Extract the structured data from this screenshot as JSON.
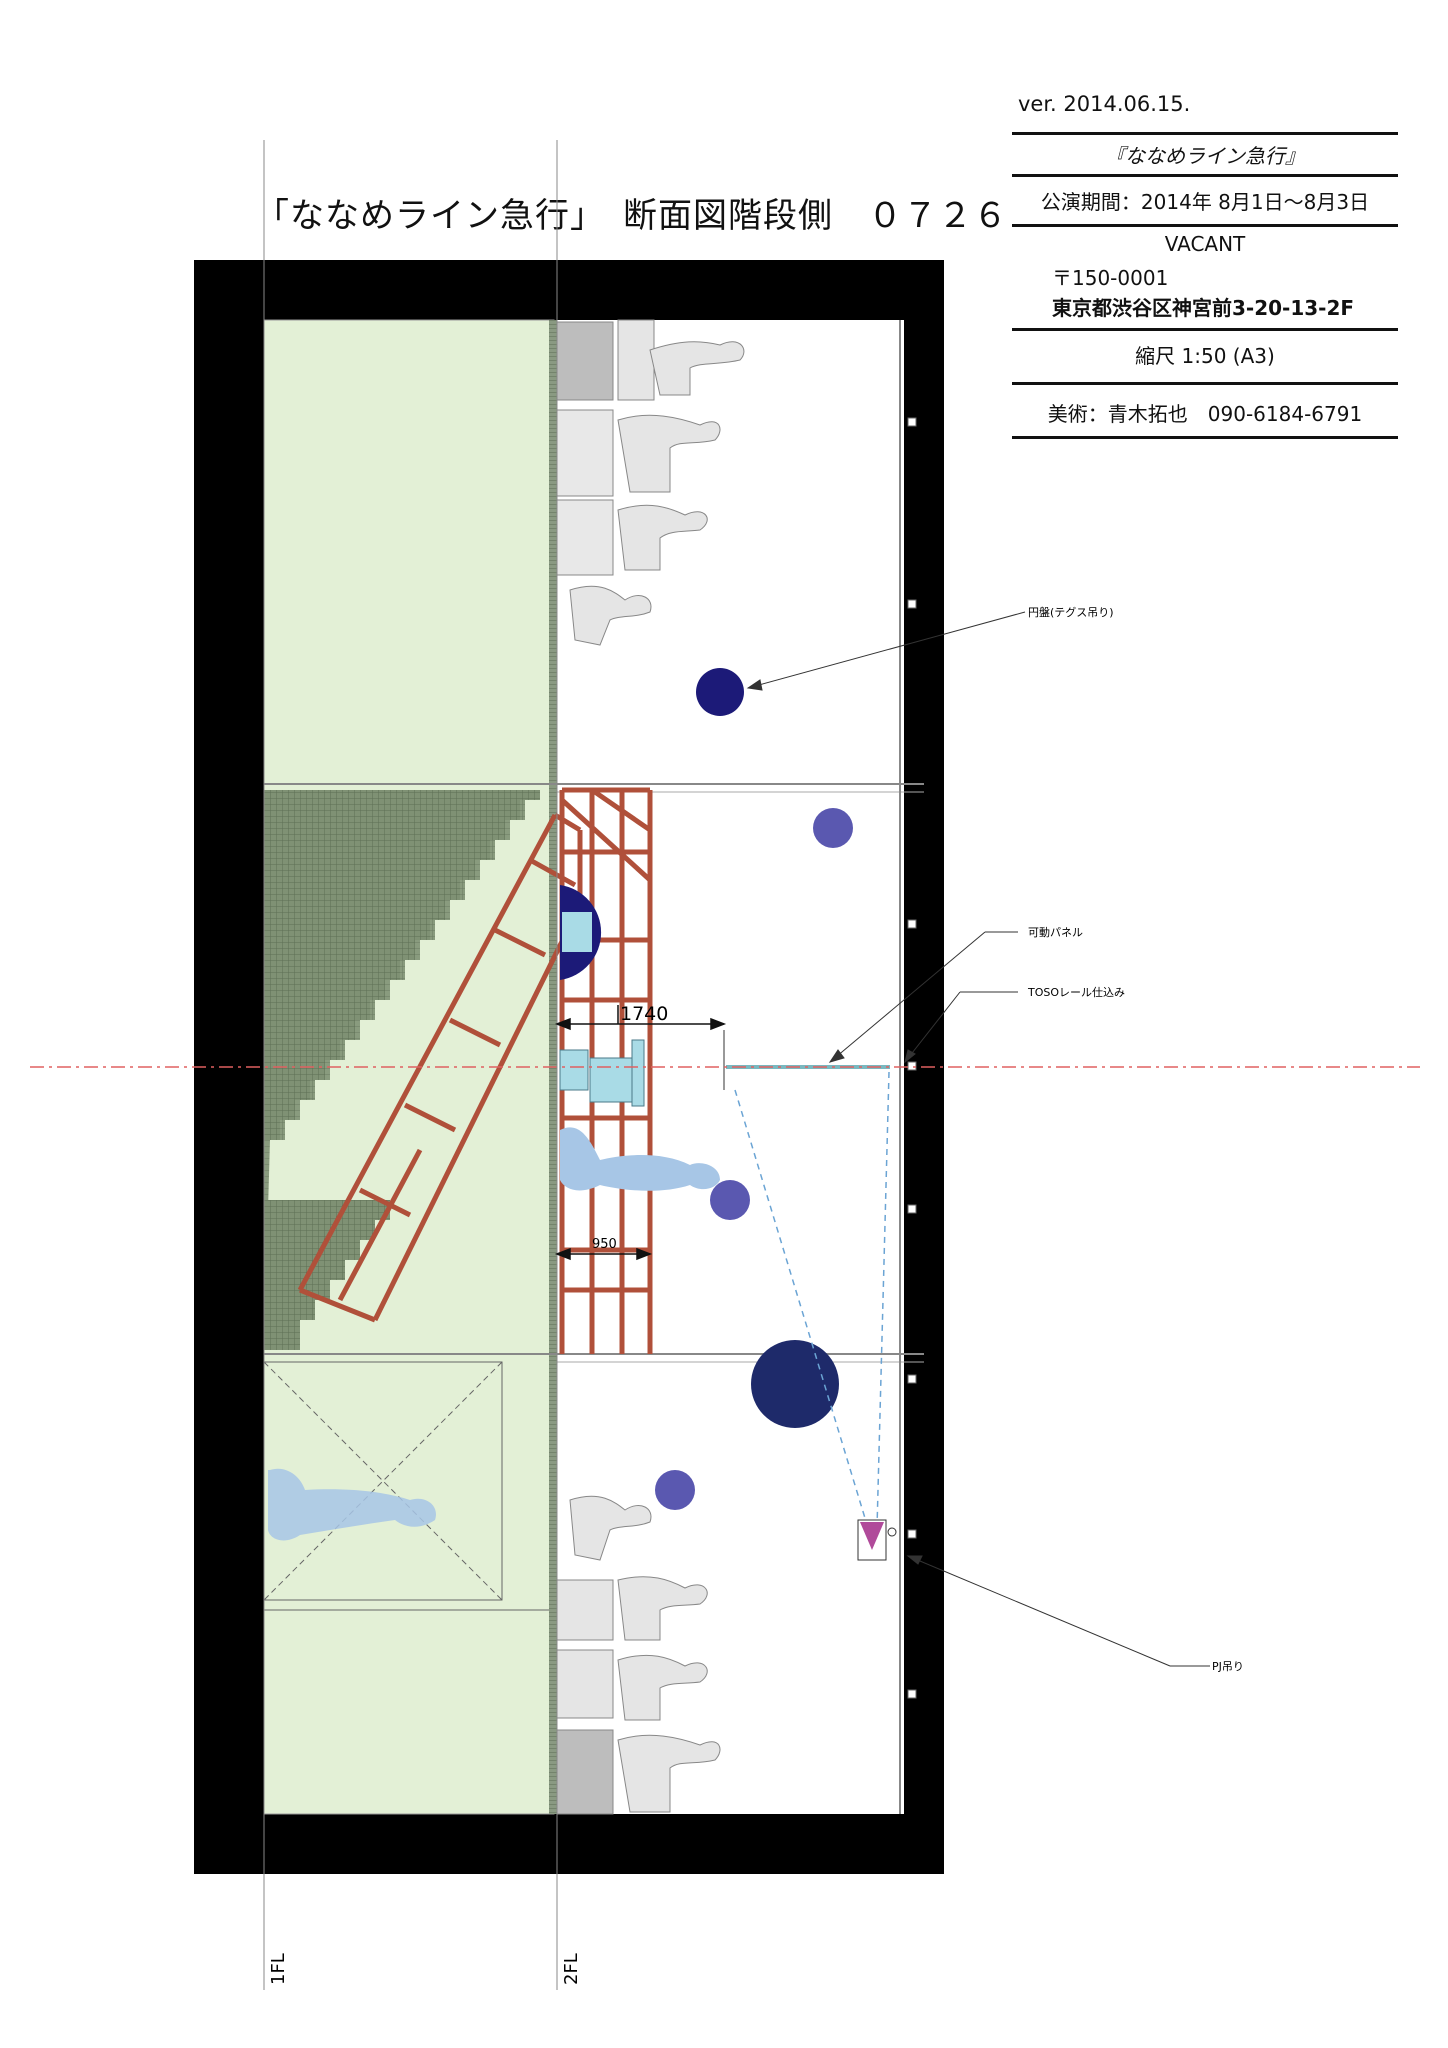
{
  "header": {
    "title": "「ななめライン急行」　断面図階段側　０７２６",
    "version": "ver. 2014.06.15."
  },
  "title_block": {
    "production": "『ななめライン急行』",
    "period": "公演期間：2014年 8月1日～8月3日",
    "venue": "VACANT",
    "postal": "〒150-0001",
    "address": "東京都渋谷区神宮前3-20-13-2F",
    "scale": "縮尺 1:50 (A3)",
    "art": "美術：青木拓也　090-6184-6791"
  },
  "annotations": {
    "disc": "円盤(テグス吊り)",
    "panel": "可動パネル",
    "rail": "TOSOレール仕込み",
    "projector": "PJ吊り"
  },
  "dimensions": {
    "dim_1740": "1740",
    "dim_950": "950"
  },
  "levels": {
    "fl1": "1FL",
    "fl2": "2FL"
  },
  "colors": {
    "wall": "#000000",
    "floor_green": "#e3f0d6",
    "stair_dark": "#7a8a70",
    "truss": "#b0503a",
    "disc_dark": "#1c1a78",
    "disc_mid": "#5a58b0",
    "disc_navy": "#1e2a6a",
    "figure_blue": "#a7c6e6",
    "panel_teal": "#7ab8c0",
    "projector": "#b04a9a",
    "centerline": "#e06060"
  }
}
